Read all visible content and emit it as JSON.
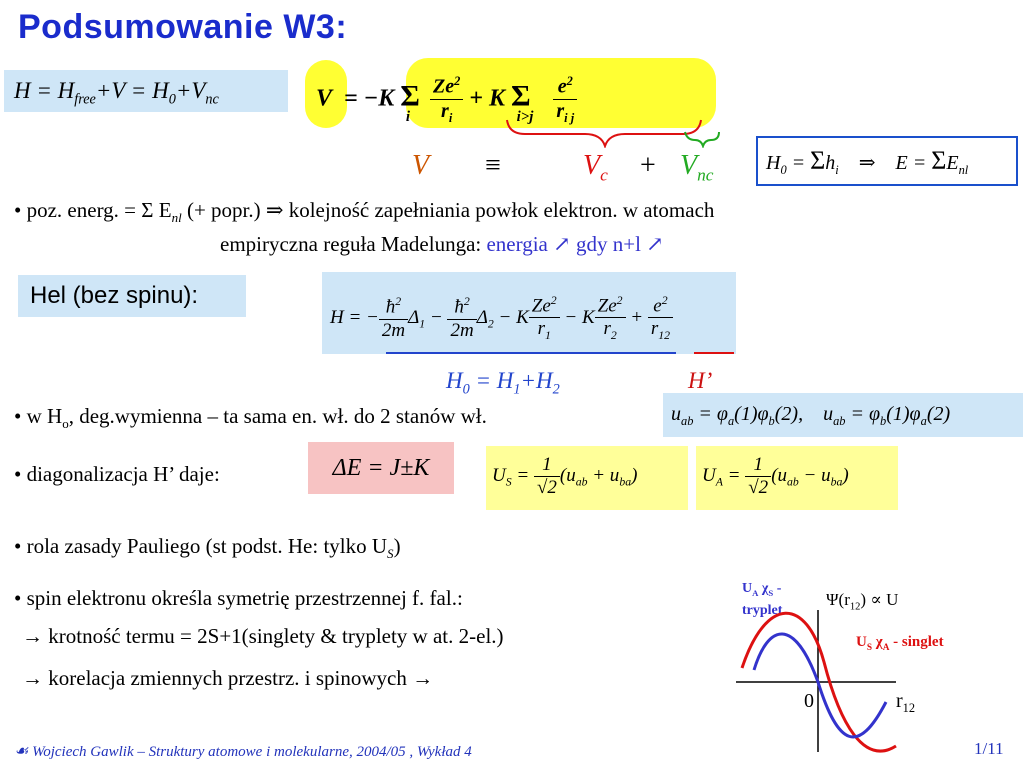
{
  "title": "Podsumowanie W3:",
  "hamiltonian_box": "H = H_free + V = H_0 + V_nc",
  "v_formula": "V = −K Σ_i Ze²/r_i + K Σ_{i>j} e²/r_ij",
  "v_decomposition": {
    "v": "V",
    "equiv": "≡",
    "vc": "V",
    "vc_sub": "c",
    "plus": "+",
    "vnc": "V",
    "vnc_sub": "nc"
  },
  "h0_box": "H_0 = Σh_i ⇒ E = ΣE_nl",
  "bullet1": {
    "part1": "• poz. energ. = Σ E",
    "sub": "nl",
    "part2": " (+ popr.) ⇒ kolejność zapełniania powłok elektron. w atomach",
    "line2_a": "empiryczna reguła Madelunga: ",
    "line2_b": "energia ↗ gdy n+l ↗"
  },
  "hel_label": "Hel (bez spinu):",
  "hel_equation": "H = −ħ²/2m Δ1 − ħ²/2m Δ2 − K Ze²/r1 − K Ze²/r2 + e²/r12",
  "h0_sum": "H0 = H1+H2",
  "h_prime": "H’",
  "bullet2": "• w H",
  "bullet2_sub": "o",
  "bullet2_rest": ", deg.wymienna – ta sama en. wł. do 2 stanów wł.",
  "uab_box": "u_ab = φ_a(1)φ_b(2),   u_ab = φ_b(1)φ_a(2)",
  "bullet3": "• diagonalizacja H’ daje:",
  "delta_e": "ΔE = J±K",
  "us_formula": "U_S = 1/√2 (u_ab + u_ba)",
  "ua_formula": "U_A = 1/√2 (u_ab − u_ba)",
  "bullet4_a": "• rola zasady Pauliego (st podst. He: tylko U",
  "bullet4_sub": "S",
  "bullet4_b": ")",
  "bullet5": "• spin elektronu określa symetrię przestrzennej f. fal.:",
  "line6": "→ krotność termu = 2S+1(singlety & tryplety w at. 2-el.)",
  "line7": "→ korelacja zmiennych przestrz. i spinowych →",
  "graph": {
    "triplet_label": "U_A χ_S - tryplet",
    "singlet_label": "U_S χ_A - singlet",
    "psi_label": "Ψ(r12) ∝ U",
    "origin": "0",
    "axis": "r12",
    "colors": {
      "triplet": "#3333cc",
      "singlet": "#dd1111"
    }
  },
  "footer": "Wojciech Gawlik – Struktury atomowe i molekularne, 2004/05 , Wykład 4",
  "page": "1/11",
  "colors": {
    "title": "#1a2ccc",
    "highlight_yellow": "#ffff33",
    "light_blue": "#cfe6f7",
    "pink": "#f7c3c3"
  }
}
